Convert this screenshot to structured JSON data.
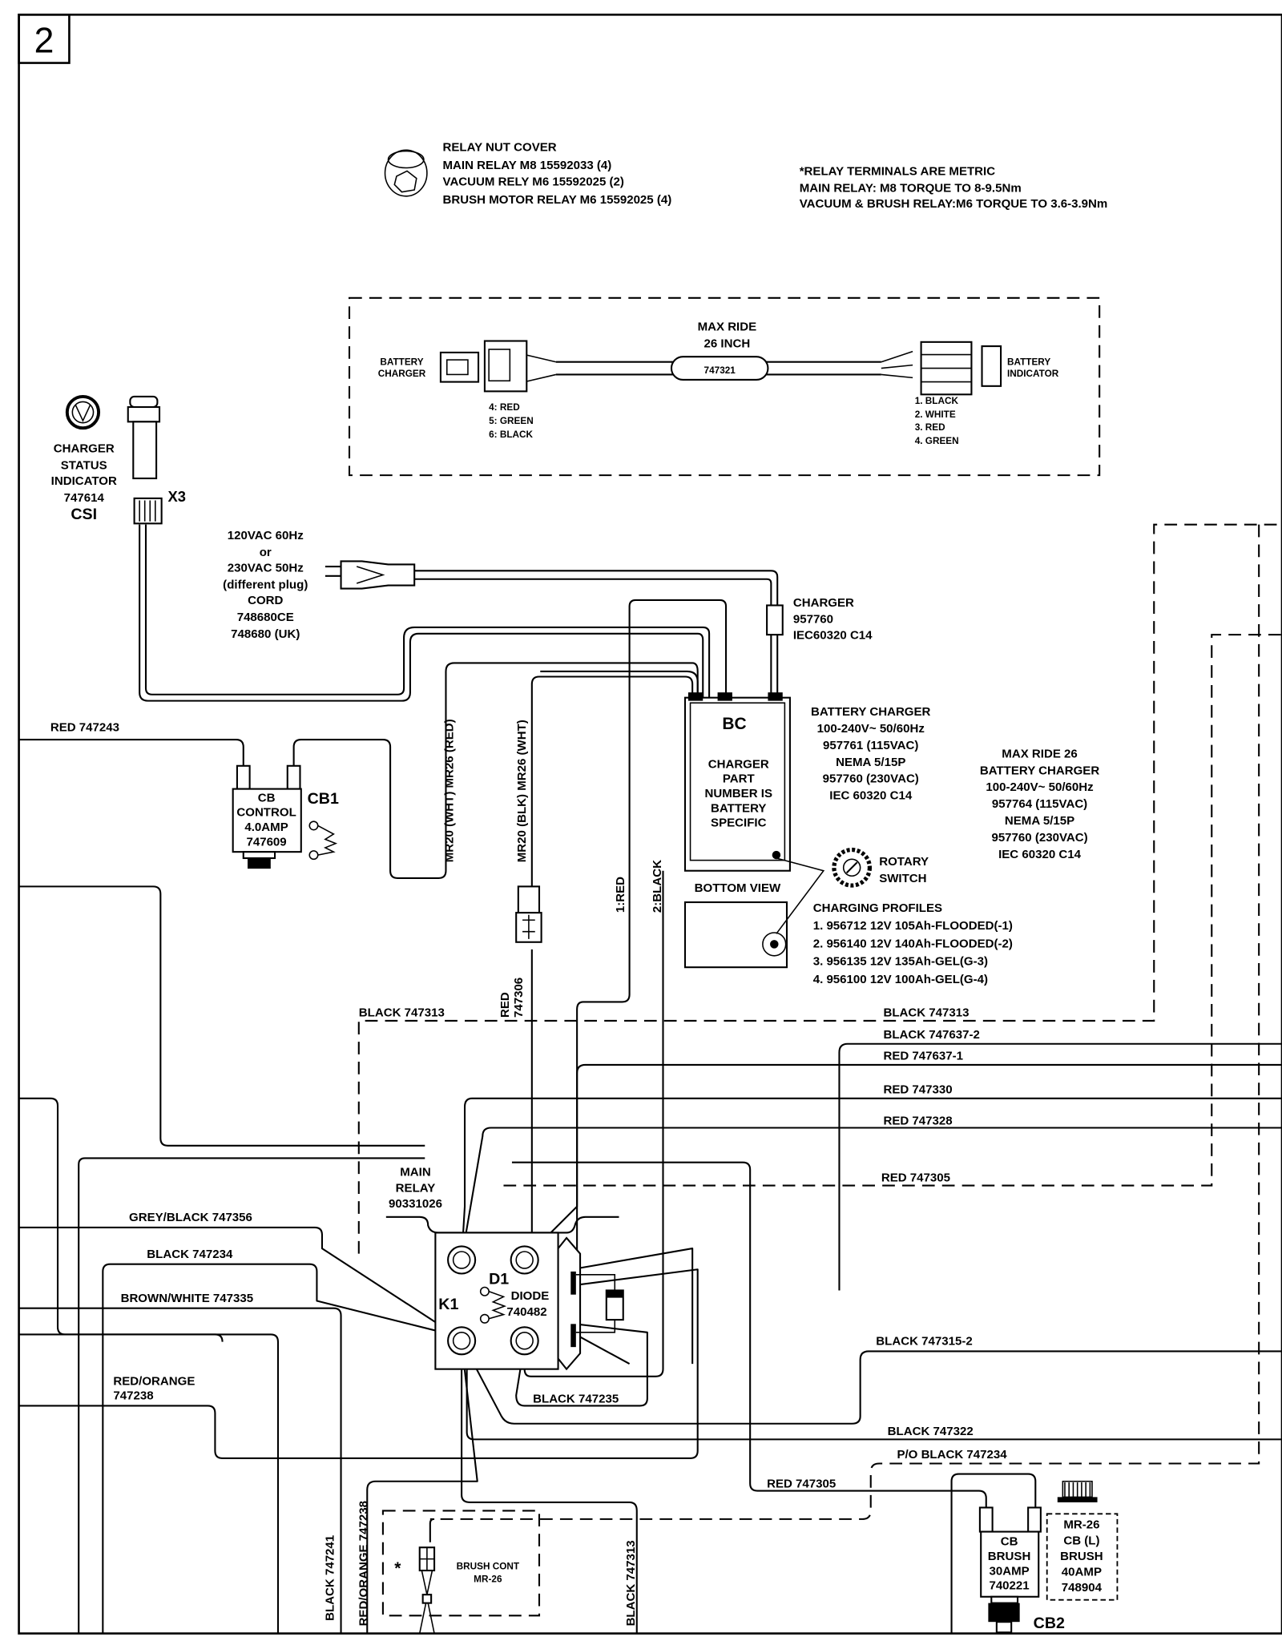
{
  "page_number": "2",
  "relay_nut_cover": {
    "icon": "relay-nut-cover-icon",
    "lines": [
      "RELAY NUT COVER",
      "MAIN RELAY M8 15592033 (4)",
      "VACUUM RELY M6 15592025 (2)",
      "BRUSH MOTOR RELAY M6 15592025 (4)"
    ]
  },
  "relay_terminals_note": [
    "*RELAY TERMINALS ARE METRIC",
    "MAIN RELAY: M8 TORQUE TO 8-9.5Nm",
    "VACUUM & BRUSH RELAY:M6 TORQUE TO 3.6-3.9Nm"
  ],
  "harness": {
    "title": [
      "MAX RIDE",
      "26 INCH"
    ],
    "part": "747321",
    "left_label": [
      "BATTERY",
      "CHARGER"
    ],
    "right_label": [
      "BATTERY",
      "INDICATOR"
    ],
    "left_pins": [
      "4:  RED",
      "5:  GREEN",
      "6:  BLACK"
    ],
    "right_pins": [
      "1.  BLACK",
      "2.  WHITE",
      "3.  RED",
      "4.  GREEN"
    ]
  },
  "csi": {
    "lines": [
      "CHARGER",
      "STATUS",
      "INDICATOR",
      "747614"
    ],
    "id": "CSI",
    "connector": "X3"
  },
  "cord": {
    "lines": [
      "120VAC 60Hz",
      "or",
      "230VAC 50Hz",
      "(different plug)",
      "CORD",
      "748680CE",
      "748680 (UK)"
    ]
  },
  "charger_inlet": {
    "lines": [
      "CHARGER",
      "957760",
      "IEC60320 C14"
    ]
  },
  "bc": {
    "id": "BC",
    "lines": [
      "CHARGER",
      "PART",
      "NUMBER IS",
      "BATTERY",
      "SPECIFIC"
    ],
    "bottom_view": "BOTTOM VIEW"
  },
  "battery_charger_spec": [
    "BATTERY CHARGER",
    "100-240V~ 50/60Hz",
    "957761 (115VAC)",
    "NEMA 5/15P",
    "957760 (230VAC)",
    "IEC 60320 C14"
  ],
  "max_ride_charger_spec": [
    "MAX RIDE 26",
    "BATTERY CHARGER",
    "100-240V~ 50/60Hz",
    "957764 (115VAC)",
    "NEMA 5/15P",
    "957760 (230VAC)",
    "IEC 60320 C14"
  ],
  "rotary_switch": [
    "ROTARY",
    "SWITCH"
  ],
  "charging_profiles": {
    "title": "CHARGING PROFILES",
    "items": [
      "1. 956712 12V 105Ah-FLOODED(-1)",
      "2. 956140 12V 140Ah-FLOODED(-2)",
      "3. 956135 12V 135Ah-GEL(G-3)",
      "4. 956100 12V 100Ah-GEL(G-4)"
    ]
  },
  "cb1": {
    "lines": [
      "CB",
      "CONTROL",
      "4.0AMP",
      "747609"
    ],
    "id": "CB1"
  },
  "main_relay": {
    "lines": [
      "MAIN",
      "RELAY",
      "90331026"
    ],
    "id": "K1",
    "diode_id": "D1",
    "diode": [
      "DIODE",
      "740482"
    ]
  },
  "wire_labels": {
    "red_747243": "RED 747243",
    "mr_wht_red": "MR20 (WHT) MR26 (RED)",
    "mr_blk_wht": "MR20 (BLK) MR26 (WHT)",
    "red_1": "1:RED",
    "black_2": "2:BLACK",
    "red_747306": [
      "RED",
      "747306"
    ],
    "black_747313_left": "BLACK 747313",
    "black_747313_right": "BLACK 747313",
    "black_747637_2": "BLACK 747637-2",
    "red_747637_1": "RED 747637-1",
    "red_747330": "RED 747330",
    "red_747328": "RED 747328",
    "red_747305_top": "RED 747305",
    "grey_black_747356": "GREY/BLACK 747356",
    "black_747234": "BLACK 747234",
    "brown_white_747335": "BROWN/WHITE 747335",
    "red_orange_747238": [
      "RED/ORANGE",
      "747238"
    ],
    "black_747235": "BLACK 747235",
    "black_747315_2": "BLACK 747315-2",
    "black_747322": "BLACK 747322",
    "po_black_747234": "P/O BLACK 747234",
    "red_747305_bottom": "RED 747305",
    "black_747241_vert": "BLACK 747241",
    "red_orange_747238_vert": "RED/ORANGE 747238",
    "black_747313_vert": "BLACK 747313"
  },
  "brush_cont": {
    "marker": "*",
    "lines": [
      "BRUSH CONT",
      "MR-26"
    ]
  },
  "cb2": {
    "lines": [
      "CB",
      "BRUSH",
      "30AMP",
      "740221"
    ],
    "alt_lines": [
      "MR-26",
      "CB (L)",
      "BRUSH",
      "40AMP",
      "748904"
    ],
    "id": "CB2"
  }
}
